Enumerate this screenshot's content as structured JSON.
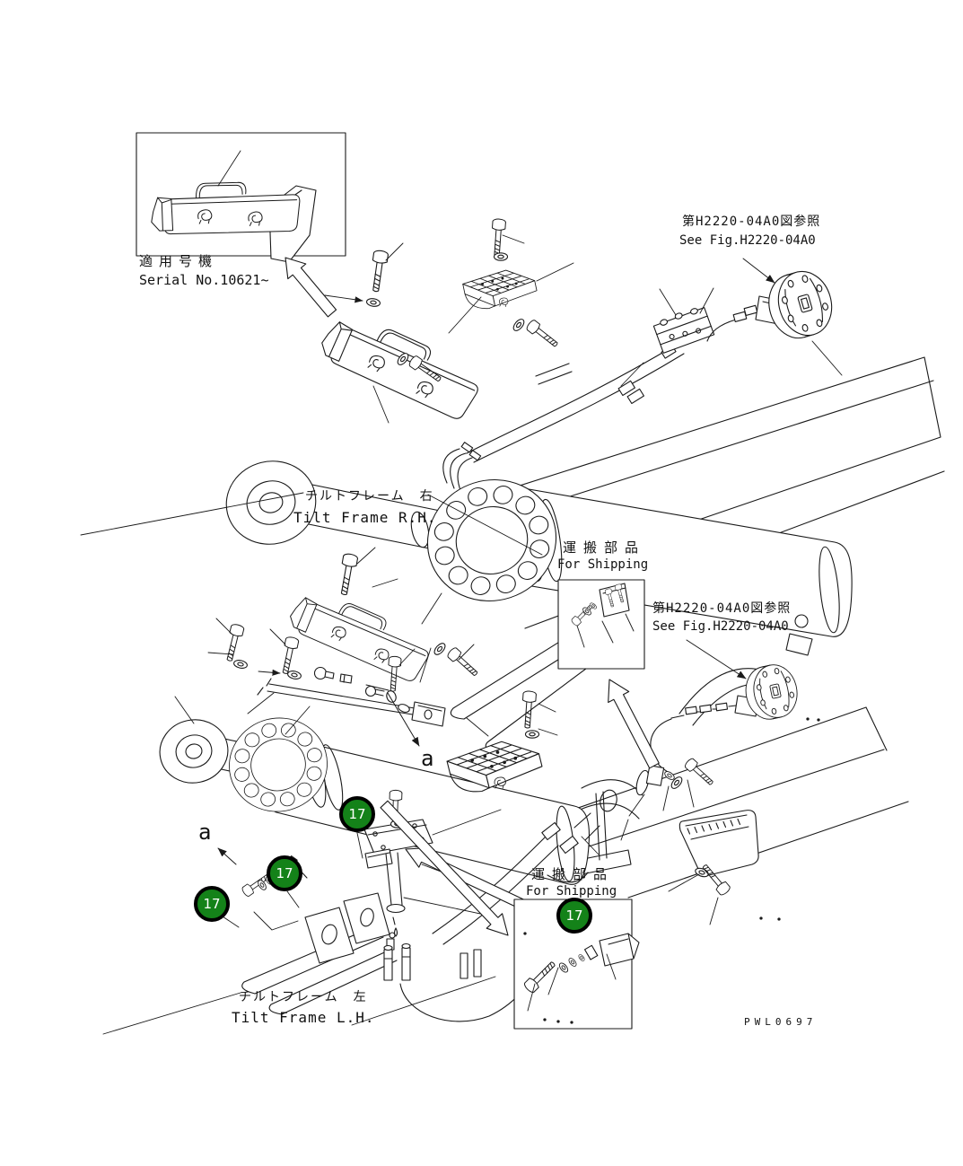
{
  "page": {
    "background": "#ffffff",
    "ink": "#1a1a1a",
    "drawing_code": "PWL0697"
  },
  "inset": {
    "label_jp": "適用号機",
    "label_en": "Serial No.10621~"
  },
  "references": {
    "top_right": {
      "jp": "第H2220-04A0図参照",
      "en": "See Fig.H2220-04A0"
    },
    "middle_right": {
      "jp": "第H2220-04A0図参照",
      "en": "See Fig.H2220-04A0"
    }
  },
  "assemblies": {
    "tilt_frame_rh": {
      "jp": "チルトフレーム　右",
      "en": "Tilt Frame R.H."
    },
    "tilt_frame_lh": {
      "jp": "チルトフレーム　左",
      "en": "Tilt Frame L.H."
    }
  },
  "shipping": {
    "upper": {
      "jp": "運搬部品",
      "en": "For Shipping"
    },
    "lower": {
      "jp": "運搬部品",
      "en": "For Shipping"
    }
  },
  "callouts": {
    "number": "17",
    "instances": 4,
    "color": "#148219"
  },
  "view_markers": {
    "label": "a"
  }
}
